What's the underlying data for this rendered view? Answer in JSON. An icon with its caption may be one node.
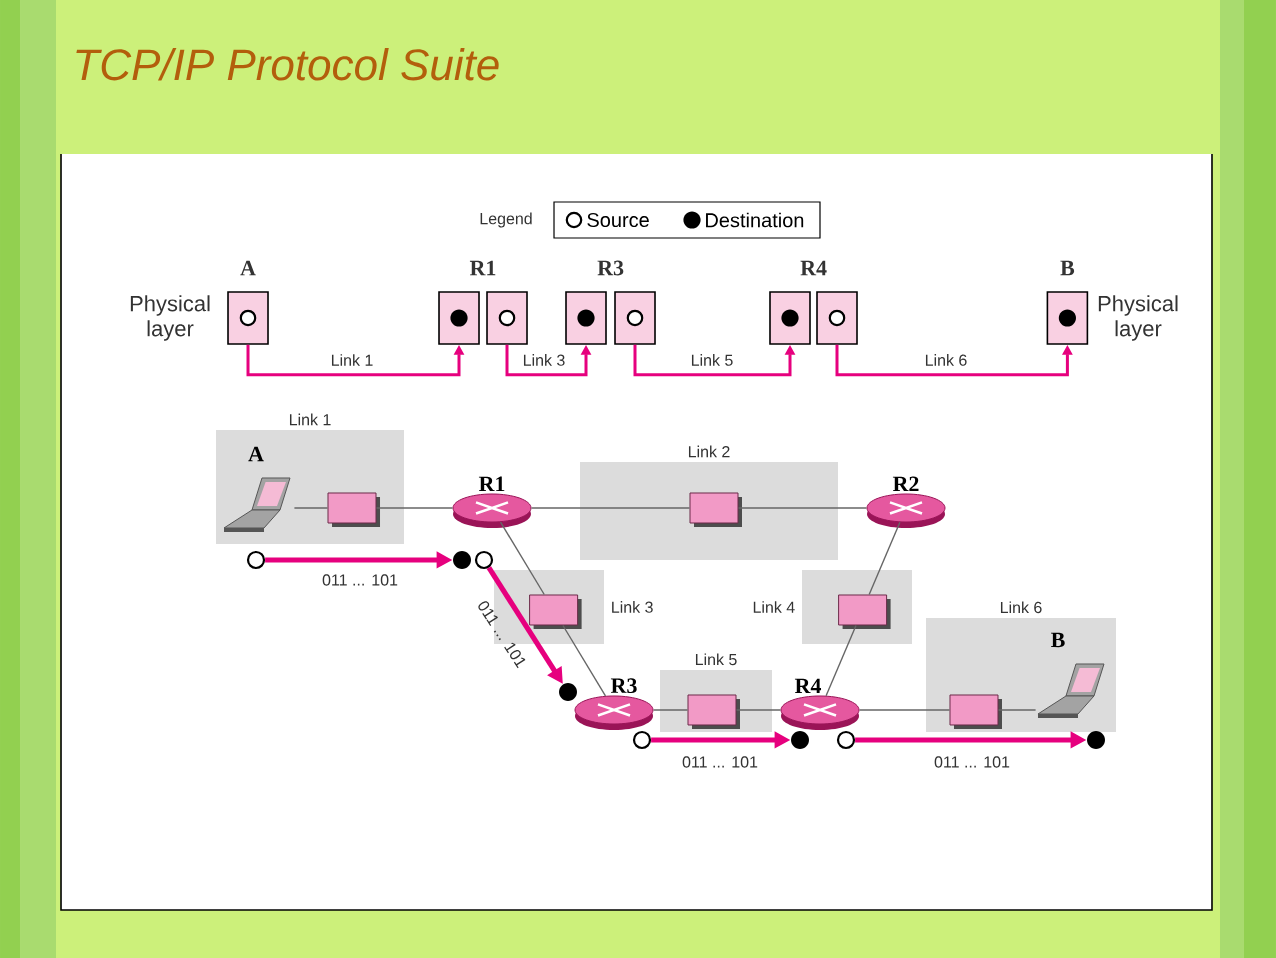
{
  "diagram": {
    "title": "TCP/IP Protocol Suite",
    "nodes": [
      {
        "text": [],
        "shape": "box",
        "beside": [
          "A",
          "Physical layer"
        ]
      },
      {
        "text": [],
        "shape": "box"
      },
      {
        "text": [],
        "shape": "box"
      },
      {
        "text": [],
        "shape": "box"
      },
      {
        "text": [],
        "shape": "box"
      },
      {
        "text": [],
        "shape": "box"
      },
      {
        "text": [],
        "shape": "box"
      },
      {
        "text": [],
        "shape": "box",
        "beside": [
          "B",
          "Physical layer"
        ]
      },
      {
        "text": [
          "Link 1"
        ]
      },
      {
        "text": [
          "A"
        ],
        "in": 8
      },
      {
        "text": [],
        "shape": "box",
        "in": 8
      },
      {
        "text": [
          "R1"
        ]
      },
      {
        "text": [
          "Link 2"
        ]
      },
      {
        "text": [],
        "shape": "box",
        "in": 12
      },
      {
        "text": [
          "R2"
        ]
      },
      {
        "text": [
          "Link 3"
        ]
      },
      {
        "text": [],
        "shape": "box",
        "in": 15
      },
      {
        "text": [
          "Link 4"
        ]
      },
      {
        "text": [],
        "shape": "box",
        "in": 17
      },
      {
        "text": [
          "R3"
        ]
      },
      {
        "text": [
          "Link 5"
        ]
      },
      {
        "text": [],
        "shape": "box",
        "in": 20
      },
      {
        "text": [
          "R4"
        ]
      },
      {
        "text": [
          "Link 6"
        ]
      },
      {
        "text": [],
        "shape": "box",
        "in": 23
      },
      {
        "text": [
          "B"
        ],
        "in": 23
      },
      {
        "text": [],
        "shape": "circle"
      },
      {
        "text": [],
        "shape": "circle"
      },
      {
        "text": [],
        "shape": "circle"
      },
      {
        "text": [],
        "shape": "circle"
      },
      {
        "text": [],
        "shape": "circle"
      },
      {
        "text": [],
        "shape": "circle"
      },
      {
        "text": [],
        "shape": "circle"
      },
      {
        "text": [],
        "shape": "circle"
      }
    ],
    "edges": [
      {
        "from": 0,
        "to": 1,
        "arrow": "to",
        "label": "Link 1",
        "color": "#e6007e"
      },
      {
        "from": 2,
        "to": 3,
        "arrow": "to",
        "label": "Link 3",
        "color": "#e6007e"
      },
      {
        "from": 4,
        "to": 5,
        "arrow": "to",
        "label": "Link 5",
        "color": "#e6007e"
      },
      {
        "from": 6,
        "to": 7,
        "arrow": "to",
        "label": "Link 6",
        "color": "#e6007e"
      },
      {
        "from": 9,
        "to": 10,
        "arrow": "none"
      },
      {
        "from": 10,
        "to": 11,
        "arrow": "none"
      },
      {
        "from": 11,
        "to": 13,
        "arrow": "none"
      },
      {
        "from": 13,
        "to": 14,
        "arrow": "none"
      },
      {
        "from": 11,
        "to": 16,
        "arrow": "none"
      },
      {
        "from": 16,
        "to": 19,
        "arrow": "none"
      },
      {
        "from": 14,
        "to": 18,
        "arrow": "none"
      },
      {
        "from": 18,
        "to": 22,
        "arrow": "none"
      },
      {
        "from": 19,
        "to": 21,
        "arrow": "none"
      },
      {
        "from": 21,
        "to": 22,
        "arrow": "none"
      },
      {
        "from": 22,
        "to": 24,
        "arrow": "none"
      },
      {
        "from": 24,
        "to": 25,
        "arrow": "none"
      },
      {
        "from": 26,
        "to": 27,
        "arrow": "to",
        "label": "011 ... 101",
        "style": "thick",
        "color": "#e6007e"
      },
      {
        "from": 28,
        "to": 29,
        "arrow": "to",
        "label": "011 ... 101",
        "style": "thick",
        "color": "#e6007e"
      },
      {
        "from": 30,
        "to": 31,
        "arrow": "to",
        "label": "011 ... 101",
        "style": "thick",
        "color": "#e6007e"
      },
      {
        "from": 32,
        "to": 33,
        "arrow": "to",
        "label": "011 ... 101",
        "style": "thick",
        "color": "#e6007e"
      }
    ],
    "labels": [
      "Legend",
      "R1",
      "R3",
      "R4"
    ],
    "legend": [
      {
        "text": "Source"
      },
      {
        "text": "Destination"
      }
    ]
  }
}
